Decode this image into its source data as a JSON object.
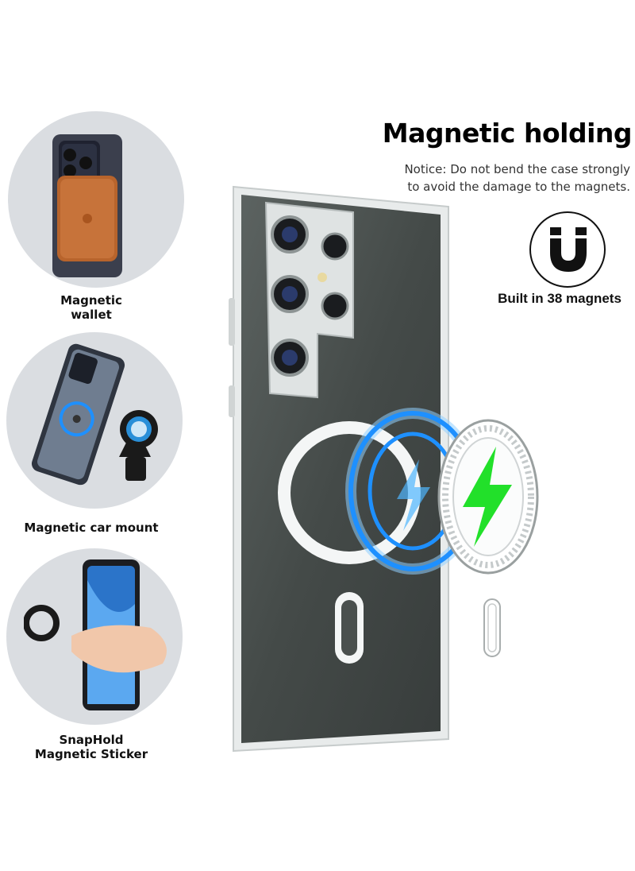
{
  "headline": {
    "title": "Magnetic holding",
    "notice_line1": "Notice: Do not bend the case strongly",
    "notice_line2": "to avoid the damage to the magnets."
  },
  "magnet_badge": {
    "icon": "horseshoe-magnet-icon",
    "label": "Built in 38 magnets"
  },
  "features": [
    {
      "label_line1": "Magnetic",
      "label_line2": "wallet",
      "icon": "wallet-phone-photo"
    },
    {
      "label_line1": "Magnetic car mount",
      "label_line2": "",
      "icon": "car-mount-photo"
    },
    {
      "label_line1": "SnapHold",
      "label_line2": "Magnetic Sticker",
      "icon": "snaphold-sticker-photo"
    }
  ],
  "colors": {
    "circle_bg": "#dadde1",
    "magnet_ring_blue": "#1e90ff",
    "bolt_green": "#22e02a",
    "case_dark": "#3f4443"
  }
}
